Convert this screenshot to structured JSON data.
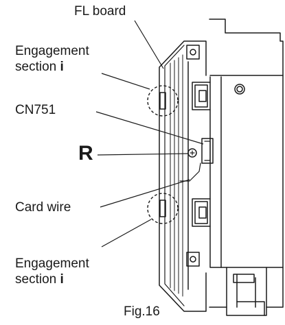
{
  "labels": {
    "fl_board": "FL board",
    "engagement_top_line1": "Engagement",
    "engagement_top_line2": "section",
    "engagement_top_letter": "i",
    "cn751": "CN751",
    "r_marker": "R",
    "card_wire": "Card wire",
    "engagement_bottom_line1": "Engagement",
    "engagement_bottom_line2": "section",
    "engagement_bottom_letter": "i"
  },
  "caption": "Fig.16"
}
